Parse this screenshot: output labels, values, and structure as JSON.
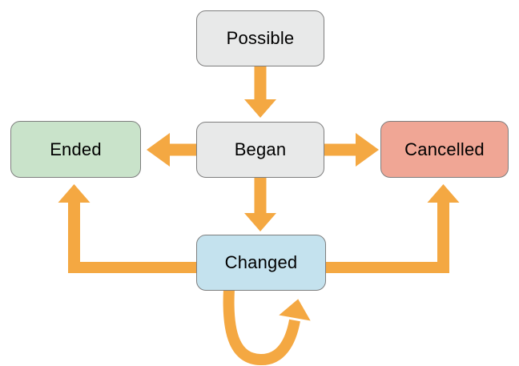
{
  "diagram": {
    "type": "state-diagram",
    "background": "#FFFFFF",
    "nodes": [
      {
        "id": "possible",
        "label": "Possible",
        "fill": "#E8E9E9"
      },
      {
        "id": "began",
        "label": "Began",
        "fill": "#E8E9E9"
      },
      {
        "id": "ended",
        "label": "Ended",
        "fill": "#C9E3CA"
      },
      {
        "id": "cancelled",
        "label": "Cancelled",
        "fill": "#F0A695"
      },
      {
        "id": "changed",
        "label": "Changed",
        "fill": "#C4E2EE"
      }
    ],
    "edges": [
      {
        "from": "Possible",
        "to": "Began"
      },
      {
        "from": "Began",
        "to": "Ended"
      },
      {
        "from": "Began",
        "to": "Cancelled"
      },
      {
        "from": "Began",
        "to": "Changed"
      },
      {
        "from": "Changed",
        "to": "Ended"
      },
      {
        "from": "Changed",
        "to": "Cancelled"
      },
      {
        "from": "Changed",
        "to": "Changed"
      }
    ],
    "colors": {
      "arrow": "#F4A842",
      "node_border": "#7E7E7E",
      "text": "#000000"
    }
  }
}
